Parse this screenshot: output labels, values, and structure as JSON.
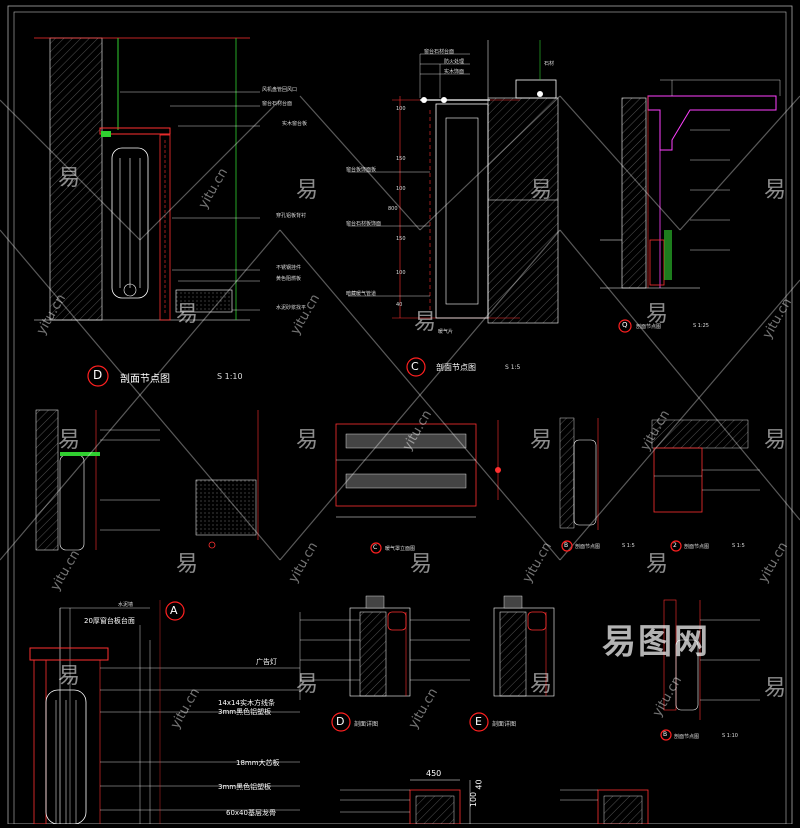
{
  "sheet": {
    "section_d": {
      "badge": "D",
      "title": "剖面节点图",
      "scale": "S 1:10",
      "callouts": [
        "风机盘管回风口",
        "窗台石材台面",
        "实木窗台板",
        "穿孔铝板背衬",
        "不锈钢挂件",
        "黄色阻燃板",
        "水泥砂浆找平"
      ]
    },
    "section_c": {
      "badge": "C",
      "title": "剖面节点图",
      "scale": "S 1:5",
      "dims": [
        "100",
        "150",
        "100",
        "800",
        "150",
        "100",
        "40"
      ],
      "callouts": [
        "窗台石材台面",
        "防火处理",
        "实木饰面",
        "石材",
        "窗台板饰面板",
        "窗台石材板饰面",
        "暗藏暖气管道",
        "暖气片"
      ]
    },
    "section_q": {
      "badge": "Q",
      "title": "剖面节点图",
      "scale": "S 1:25"
    },
    "mid_row": {
      "view1_badge": "C",
      "view1_title": "暖气罩立面图",
      "view2_badge": "B",
      "view2_title": "剖面节点图",
      "view2_scale": "S 1:5",
      "view3_badge": "2",
      "view3_title": "剖面节点图",
      "view3_scale": "S 1:5"
    },
    "section_a": {
      "badge": "A",
      "top_label": "水泥墙",
      "label_20": "20厚窗台板台面",
      "label_gs": "广告灯",
      "label_14": "14x14实木方线条",
      "label_3mm": "3mm黑色铝塑板",
      "label_18": "18mm大芯板",
      "label_3mm2": "3mm黑色铝塑板",
      "label_60": "60x40基层龙骨"
    },
    "section_de": {
      "d_badge": "D",
      "d_title": "剖面详图",
      "e_badge": "E",
      "e_title": "剖面详图"
    },
    "bottom": {
      "dim_450": "450",
      "dim_100": "100",
      "dim_40": "40",
      "b_badge": "B",
      "b_title": "剖面节点图",
      "b_scale": "S 1:10"
    }
  },
  "watermark": {
    "cn": "易",
    "en": "yitu.cn",
    "brand": "易图网"
  },
  "colors": {
    "background": "#000000",
    "line_white": "#ffffff",
    "line_red": "#ff2020",
    "line_green": "#2fd02f",
    "line_magenta": "#ff40ff",
    "line_yellow": "#e8e800",
    "line_gray": "#808080"
  }
}
